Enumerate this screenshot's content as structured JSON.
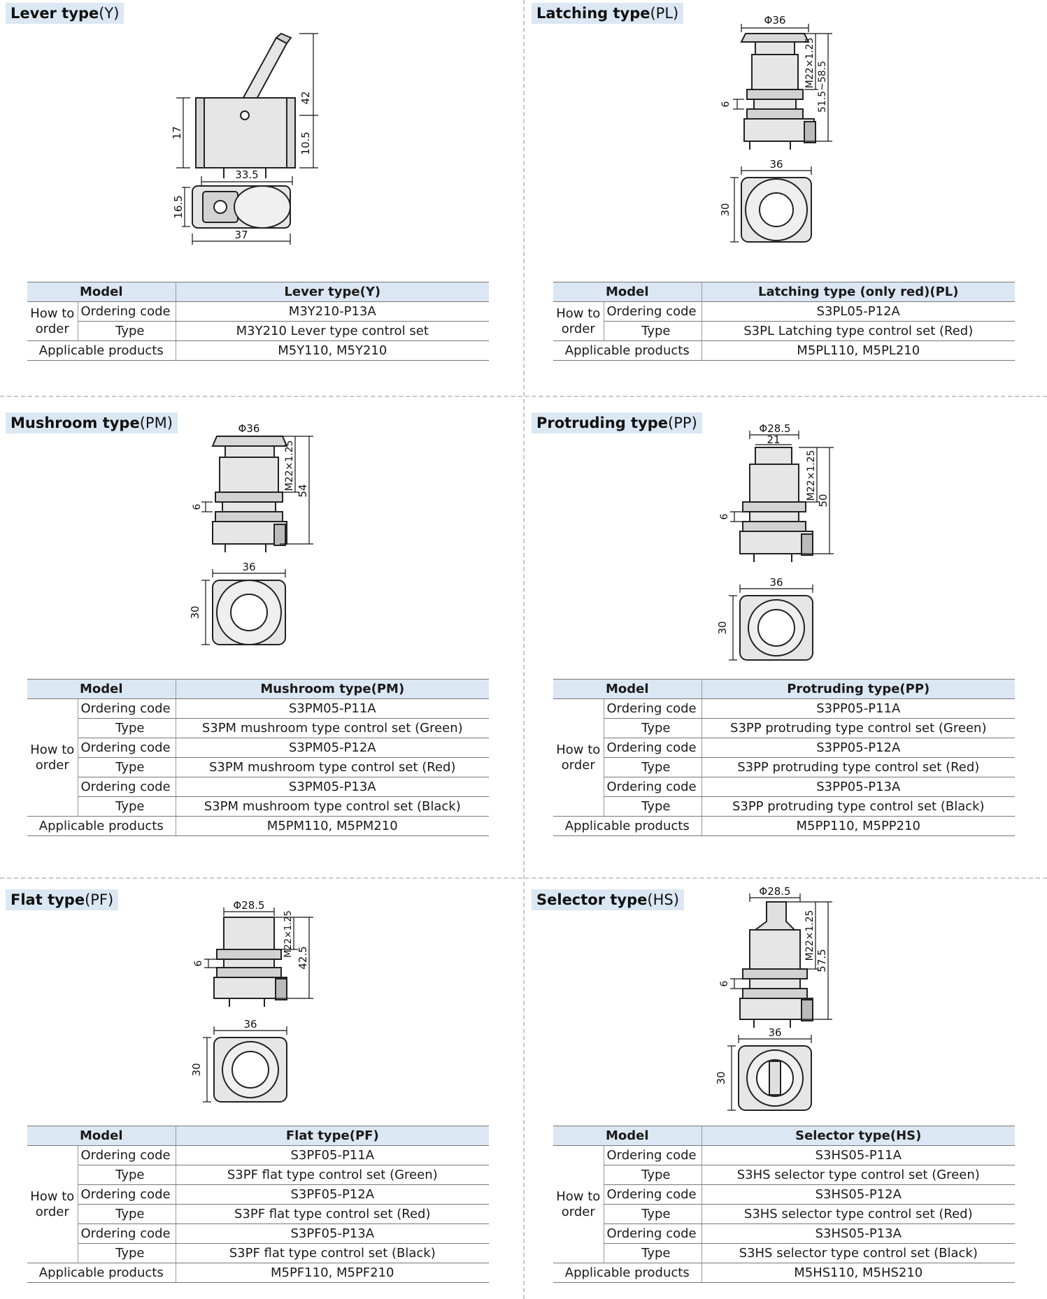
{
  "labels": {
    "model": "Model",
    "how_to": "How to",
    "order": "order",
    "ordering_code": "Ordering code",
    "type": "Type",
    "applicable": "Applicable  products"
  },
  "sections": [
    {
      "id": "Y",
      "title_main": "Lever type",
      "title_code": "(Y)",
      "header": "Lever type(Y)",
      "rows": [
        {
          "code": "M3Y210-P13A",
          "type": "M3Y210  Lever type control set"
        }
      ],
      "applicable": "M5Y110, M5Y210",
      "dims": {
        "height_total": "42",
        "side": "17",
        "pivot": "10.5",
        "width": "33.5",
        "top_h": "16.5",
        "top_w": "37"
      }
    },
    {
      "id": "PL",
      "title_main": "Latching type",
      "title_code": "(PL)",
      "header": "Latching type (only red)(PL)",
      "rows": [
        {
          "code": "S3PL05-P12A",
          "type": "S3PL  Latching  type control set (Red)"
        }
      ],
      "applicable": "M5PL110, M5PL210",
      "dims": {
        "dia": "Φ36",
        "thread": "M22×1.25",
        "height": "51.5~58.5",
        "nut": "6",
        "plan_w": "36",
        "plan_h": "30"
      }
    },
    {
      "id": "PM",
      "title_main": "Mushroom type",
      "title_code": "(PM)",
      "header": "Mushroom type(PM)",
      "rows": [
        {
          "code": "S3PM05-P11A",
          "type": "S3PM  mushroom type control set (Green)"
        },
        {
          "code": "S3PM05-P12A",
          "type": "S3PM  mushroom  type control set (Red)"
        },
        {
          "code": "S3PM05-P13A",
          "type": "S3PM  mushroom  type control set (Black)"
        }
      ],
      "applicable": "M5PM110, M5PM210",
      "dims": {
        "dia": "Φ36",
        "thread": "M22×1.25",
        "height": "54",
        "nut": "6",
        "plan_w": "36",
        "plan_h": "30"
      }
    },
    {
      "id": "PP",
      "title_main": "Protruding type",
      "title_code": "(PP)",
      "header": "Protruding type(PP)",
      "rows": [
        {
          "code": "S3PP05-P11A",
          "type": "S3PP protruding type control set (Green)"
        },
        {
          "code": "S3PP05-P12A",
          "type": "S3PP protruding type control set (Red)"
        },
        {
          "code": "S3PP05-P13A",
          "type": "S3PP protruding type control set (Black)"
        }
      ],
      "applicable": "M5PP110, M5PP210",
      "dims": {
        "dia": "Φ28.5",
        "inner": "21",
        "thread": "M22×1.25",
        "height": "50",
        "nut": "6",
        "plan_w": "36",
        "plan_h": "30"
      }
    },
    {
      "id": "PF",
      "title_main": "Flat type",
      "title_code": "(PF)",
      "header": "Flat type(PF)",
      "rows": [
        {
          "code": "S3PF05-P11A",
          "type": "S3PF flat type control set  (Green)"
        },
        {
          "code": "S3PF05-P12A",
          "type": "S3PF flat type control set  (Red)"
        },
        {
          "code": "S3PF05-P13A",
          "type": "S3PF flat type control set  (Black)"
        }
      ],
      "applicable": "M5PF110, M5PF210",
      "dims": {
        "dia": "Φ28.5",
        "thread": "M22×1.25",
        "height": "42.5",
        "nut": "6",
        "plan_w": "36",
        "plan_h": "30"
      }
    },
    {
      "id": "HS",
      "title_main": "Selector type",
      "title_code": "(HS)",
      "header": "Selector type(HS)",
      "rows": [
        {
          "code": "S3HS05-P11A",
          "type": "S3HS selector type control set  (Green)"
        },
        {
          "code": "S3HS05-P12A",
          "type": "S3HS selector type control set  (Red)"
        },
        {
          "code": "S3HS05-P13A",
          "type": "S3HS selector type control set  (Black)"
        }
      ],
      "applicable": "M5HS110, M5HS210",
      "dims": {
        "dia": "Φ28.5",
        "thread": "M22×1.25",
        "height": "57.5",
        "nut": "6",
        "plan_w": "36",
        "plan_h": "30"
      }
    }
  ]
}
